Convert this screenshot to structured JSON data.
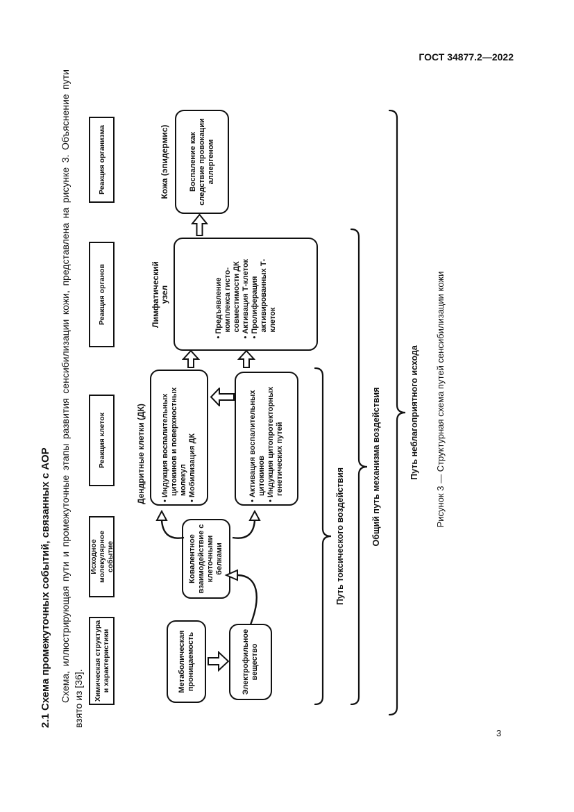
{
  "page": {
    "header": "ГОСТ 34877.2—2022",
    "number": "3"
  },
  "section": {
    "heading": "2.1 Схема промежуточных событий, связанных с АОР",
    "paragraph": "Схема, иллюстрирующая пути и промежуточные этапы развития сенсибилизации кожи, представлена на рисунке 3. Объяснение пути взято из [36]."
  },
  "figure": {
    "caption": "Рисунок 3 — Структурная схема путей сенсибилизации кожи",
    "stages": [
      "Химическая структура и характеристики",
      "Исходное молекулярное событие",
      "Реакция клеток",
      "Реакция органов",
      "Реакция организма"
    ],
    "metabolic": "Метаболическая проницаемость",
    "electrophile": "Электрофильное вещество",
    "covalent": "Ковалентное взаимодействие с клеточными белками",
    "dendritic_title": "Дендритные клетки (ДК)",
    "dendritic_bullets": [
      "• Индукция воспалительных цитокинов и поверхностных молекул",
      "• Мобилизация ДК"
    ],
    "cytokine_bullets": [
      "• Активация воспалительных цитокинов",
      "• Индукция цитопротекторных генетических путей"
    ],
    "lymph_title": "Лимфатический узел",
    "lymph_bullets": [
      "• Предъявление комплекса гисто-совместимости ДК",
      "• Активация Т-клеток",
      "• Пролиферация активированных Т-клеток"
    ],
    "skin_title": "Кожа (эпидермис)",
    "skin_text": "Воспаление как следствие провокации аллергеном",
    "brace_labels": [
      "Путь токсического воздействия",
      "Общий путь механизма воздействия",
      "Путь неблагоприятного исхода"
    ],
    "line_color": "#111111"
  }
}
